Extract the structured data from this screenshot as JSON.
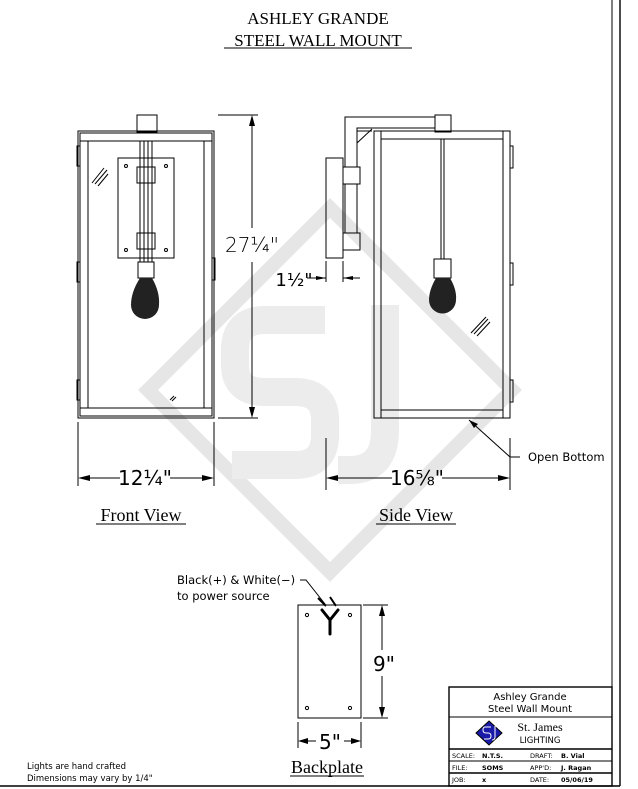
{
  "title": {
    "line1": "ASHLEY GRANDE",
    "line2": "STEEL WALL MOUNT"
  },
  "views": {
    "front": {
      "label": "Front View",
      "height_dim": "27¼\"",
      "width_dim": "12¼\""
    },
    "side": {
      "label": "Side View",
      "depth_dim": "16⅝\"",
      "backplate_depth_dim": "1½\"",
      "callout": "Open Bottom"
    },
    "backplate": {
      "label": "Backplate",
      "height_dim": "9\"",
      "width_dim": "5\"",
      "wire_note_line1": "Black(+) & White(−)",
      "wire_note_line2": "to power source"
    }
  },
  "notes": {
    "line1": "Lights are hand crafted",
    "line2": "Dimensions may vary by 1/4\""
  },
  "title_block": {
    "product_line1": "Ashley Grande",
    "product_line2": "Steel Wall Mount",
    "company_name": "St. James",
    "company_sub": "LIGHTING",
    "logo_text": "SJ",
    "logo_color": "#1a1aa8",
    "fields": [
      {
        "label": "SCALE:",
        "value": "N.T.S."
      },
      {
        "label": "DRAFT:",
        "value": "B. Vial"
      },
      {
        "label": "FILE:",
        "value": "SOMS"
      },
      {
        "label": "APP'D:",
        "value": "J. Ragan"
      },
      {
        "label": "JOB:",
        "value": "x"
      },
      {
        "label": "DATE:",
        "value": "05/06/19"
      }
    ]
  },
  "watermark_text": "SJ"
}
